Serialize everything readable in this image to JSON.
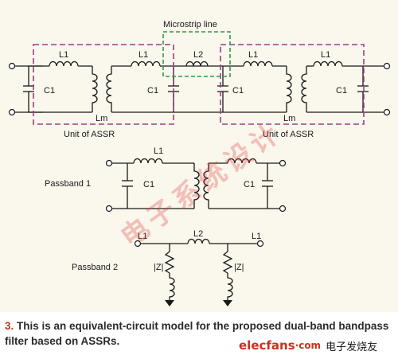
{
  "figure": {
    "labels": {
      "microstrip": "Microstrip line",
      "unit_left": "Unit of ASSR",
      "unit_right": "Unit of ASSR",
      "passband1": "Passband 1",
      "passband2": "Passband 2",
      "l1": "L1",
      "l2": "L2",
      "c1": "C1",
      "lm": "Lm",
      "z": "|Z|"
    },
    "colors": {
      "panel_bg": "#faf7ec",
      "wire": "#1a1a1a",
      "assr_box": "#9b3e86",
      "microstrip_box": "#2e9a4a",
      "accent": "#c8321e"
    }
  },
  "caption": {
    "number": "3.",
    "text": "This is an equivalent-circuit model for the proposed dual-band bandpass filter based on ASSRs."
  },
  "brand": {
    "name": "elecfans",
    "domain": "·com",
    "cn": "电子发烧友"
  },
  "watermark": {
    "text": "电子系统设计"
  }
}
